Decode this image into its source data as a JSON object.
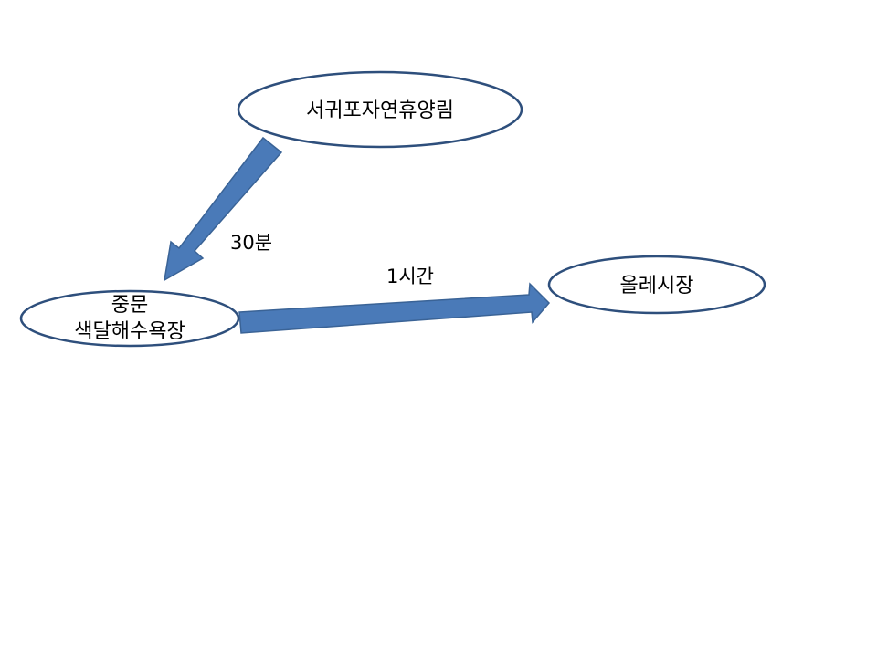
{
  "colors": {
    "node_stroke": "#2e4f7c",
    "node_fill": "#ffffff",
    "arrow_fill": "#4a7ab8",
    "arrow_stroke": "#3a6396"
  },
  "nodes": {
    "forest": {
      "label": "서귀포자연휴양림"
    },
    "beach": {
      "line1": "중문",
      "line2": "색달해수욕장"
    },
    "market": {
      "label": "올레시장"
    }
  },
  "edges": {
    "forest_to_beach": {
      "label": "30분"
    },
    "beach_to_market": {
      "label": "1시간"
    }
  }
}
